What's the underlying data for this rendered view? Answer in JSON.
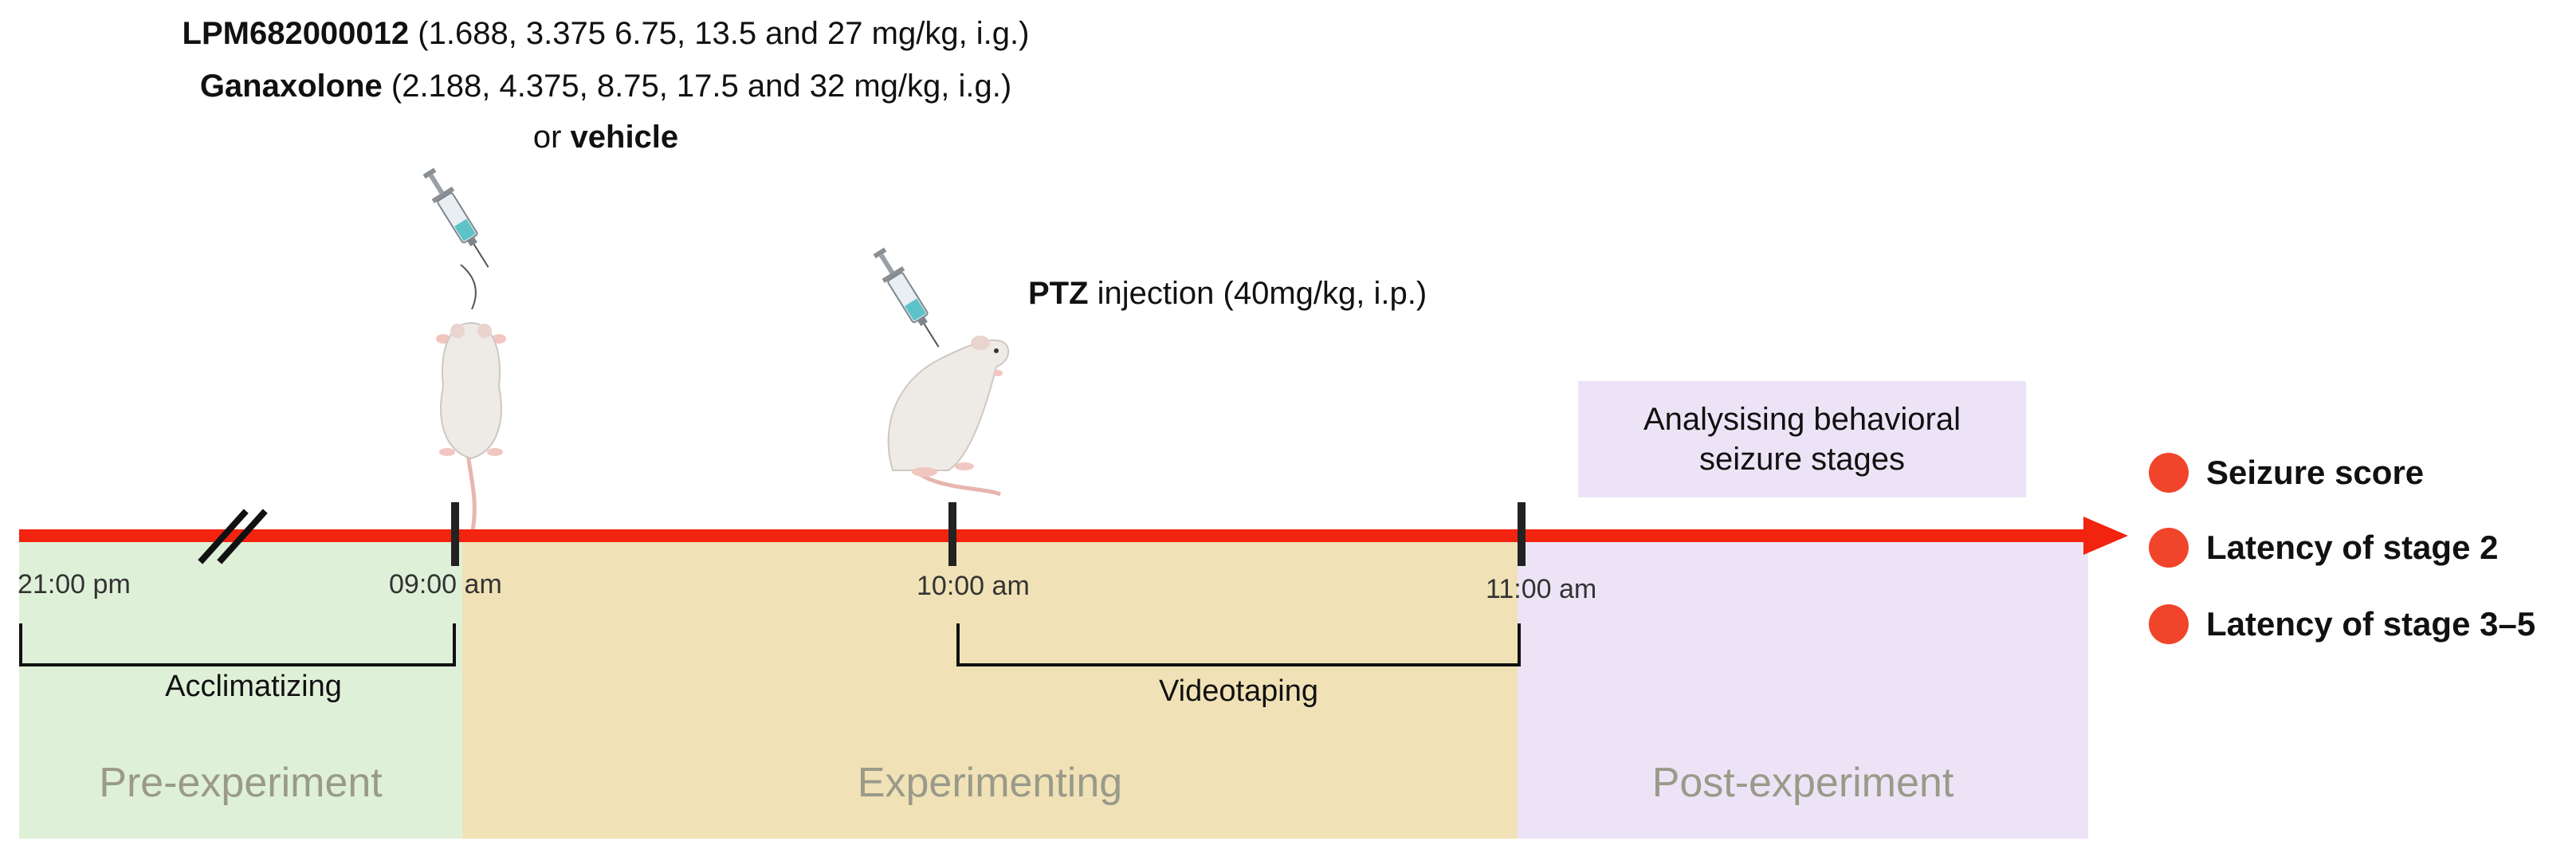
{
  "dosing": {
    "line1_bold": "LPM682000012",
    "line1_rest": " (1.688, 3.375 6.75, 13.5 and 27 mg/kg, i.g.)",
    "line2_bold": "Ganaxolone",
    "line2_rest": " (2.188, 4.375, 8.75, 17.5 and 32 mg/kg, i.g.)",
    "line3_pre": "or ",
    "line3_bold": "vehicle"
  },
  "ptz": {
    "bold": "PTZ",
    "rest": " injection (40mg/kg, i.p.)"
  },
  "analysis": {
    "line1": "Analysising behavioral",
    "line2": "seizure stages"
  },
  "times": [
    "21:00 pm",
    "09:00 am",
    "10:00 am",
    "11:00 am"
  ],
  "brackets": {
    "acclimatizing": "Acclimatizing",
    "videotaping": "Videotaping"
  },
  "phases": {
    "pre": "Pre-experiment",
    "exp": "Experimenting",
    "post": "Post-experiment"
  },
  "outcomes": [
    "Seizure score",
    "Latency of stage 2",
    "Latency of stage 3–5"
  ],
  "colors": {
    "timeline": "#f2230f",
    "outcome_dot": "#f0452a",
    "pre_phase": "#dff0d8",
    "exp_phase": "#f0e2b6",
    "post_phase": "#ece4f6"
  },
  "icons": [
    "syringe-icon",
    "mouse-icon"
  ]
}
